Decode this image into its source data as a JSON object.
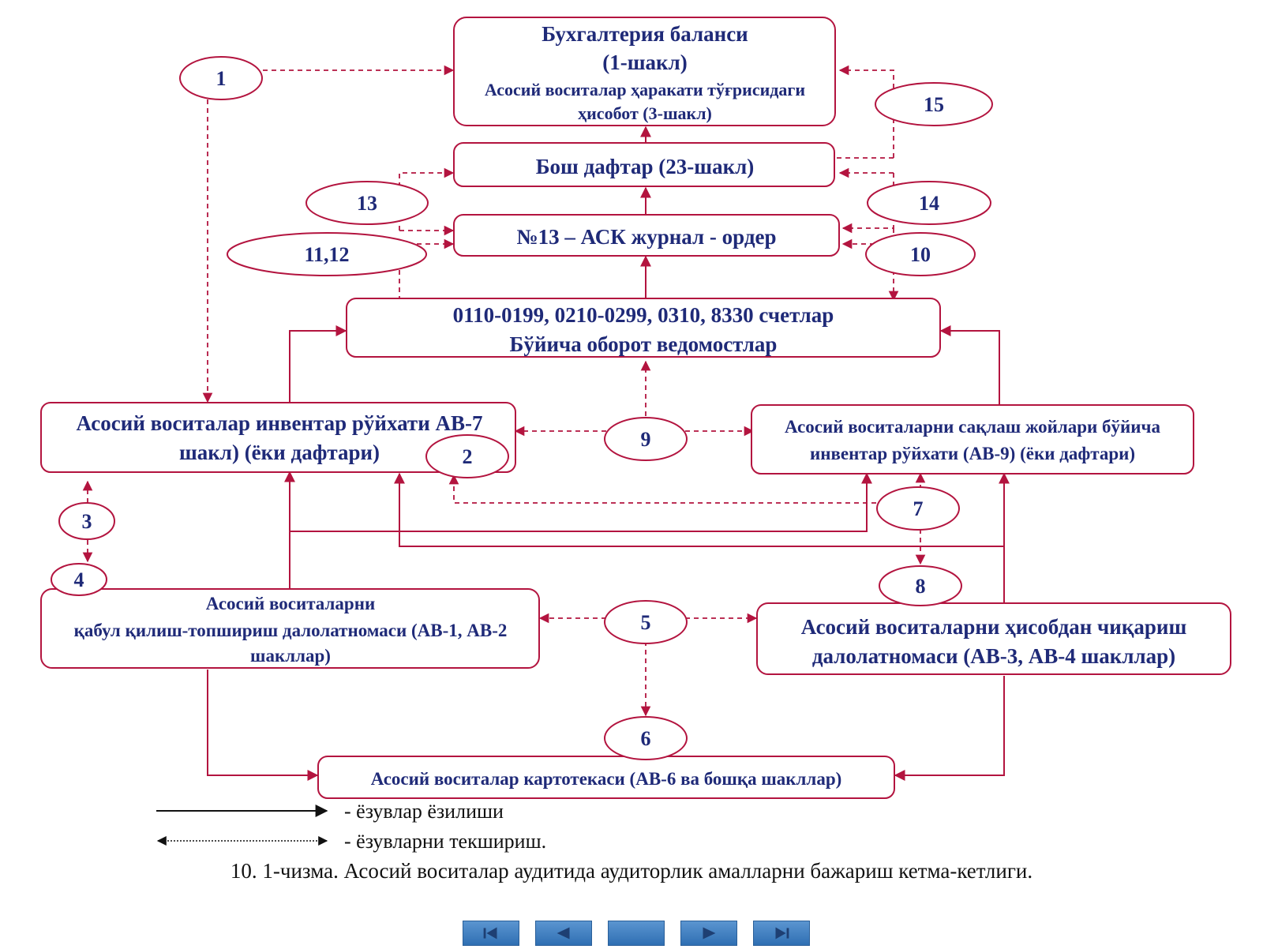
{
  "colors": {
    "box_border": "#b3143f",
    "text": "#1f2a78",
    "line": "#b3143f"
  },
  "boxes": {
    "balance": {
      "line1": "Бухгалтерия баланси",
      "line2": "(1-шакл)",
      "line3": "Асосий воситалар ҳаракати тўғрисидаги",
      "line4": "ҳисобот (3-шакл)"
    },
    "ledger": {
      "label": "Бош дафтар (23-шакл)"
    },
    "journal": {
      "label": "№13 – АСК журнал - ордер"
    },
    "statements": {
      "line1": "0110-0199, 0210-0299, 0310, 8330 счетлар",
      "line2": "Бўйича оборот ведомостлар"
    },
    "inventory_av7": {
      "line1": "Асосий воситалар инвентар рўйхати АВ-7",
      "line2": "шакл) (ёки дафтари)"
    },
    "inventory_av9": {
      "line1": "Асосий воситаларни сақлаш жойлари бўйича",
      "line2": "инвентар рўйхати (АВ-9) (ёки дафтари)"
    },
    "acceptance": {
      "line1": "Асосий воситаларни",
      "line2": "қабул қилиш-топшириш далолатномаси (АВ-1, АВ-2",
      "line3": "шакллар)"
    },
    "writeoff": {
      "line1": "Асосий воситаларни ҳисобдан чиқариш",
      "line2": "далолатномаси (АВ-3, АВ-4 шакллар)"
    },
    "cardfile": {
      "label": "Асосий воситалар картотекаси (АВ-6 ва бошқа шакллар)"
    }
  },
  "steps": {
    "s1": "1",
    "s2": "2",
    "s3": "3",
    "s4": "4",
    "s5": "5",
    "s6": "6",
    "s7": "7",
    "s8": "8",
    "s9": "9",
    "s10": "10",
    "s11_12": "11,12",
    "s13": "13",
    "s14": "14",
    "s15": "15"
  },
  "legend": {
    "solid": "- ёзувлар ёзилиши",
    "dotted": "- ёзувларни текшириш."
  },
  "caption": "10. 1-чизма. Асосий воситалар аудитида аудиторлик амалларни бажариш кетма-кетлиги.",
  "navigation": {
    "first": "first-page-icon",
    "prev": "previous-page-icon",
    "blank": "blank-button",
    "next": "next-page-icon",
    "last": "last-page-icon"
  }
}
